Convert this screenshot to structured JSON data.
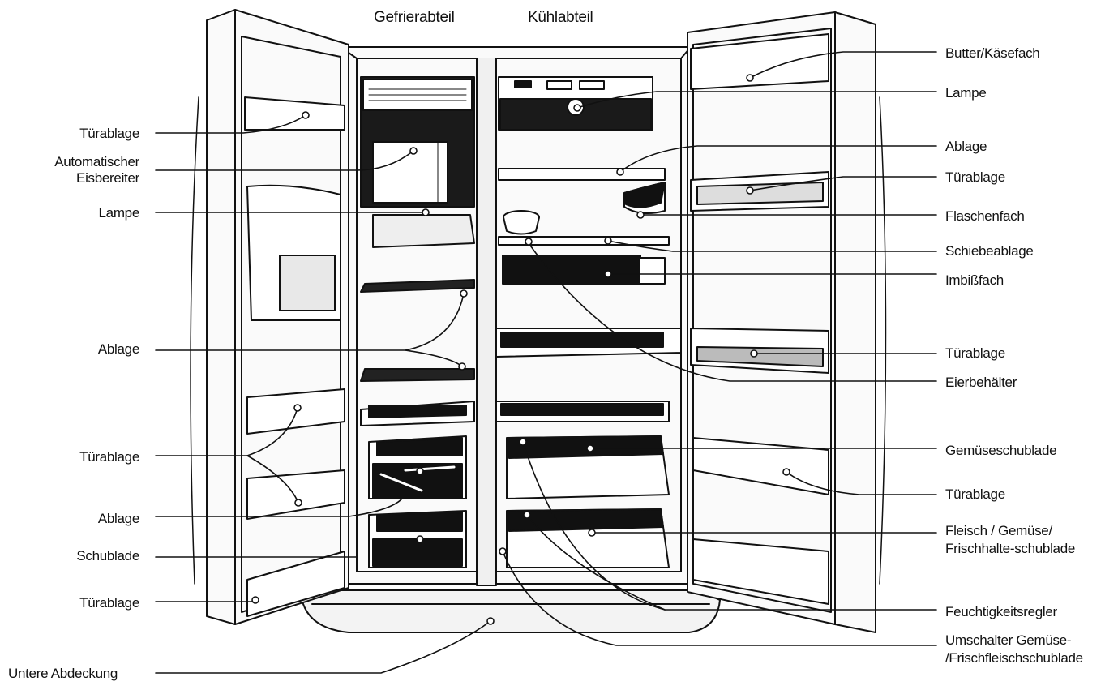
{
  "headers": {
    "freezer": "Gefrierabteil",
    "fridge": "Kühlabteil"
  },
  "left_labels": [
    "Türablage",
    "Automatischer",
    "Eisbereiter",
    "Lampe",
    "Ablage",
    "Türablage",
    "Ablage",
    "Schublade",
    "Türablage",
    "Untere Abdeckung"
  ],
  "right_labels": [
    "Butter/Käsefach",
    "Lampe",
    "Ablage",
    "Türablage",
    "Flaschenfach",
    "Schiebeablage",
    "Imbißfach",
    "Türablage",
    "Eierbehälter",
    "Gemüseschublade",
    "Türablage",
    "Fleisch / Gemüse/",
    "Frischhalte-schublade",
    "Feuchtigkeitsregler",
    "Umschalter Gemüse-",
    "/Frischfleischschublade"
  ]
}
